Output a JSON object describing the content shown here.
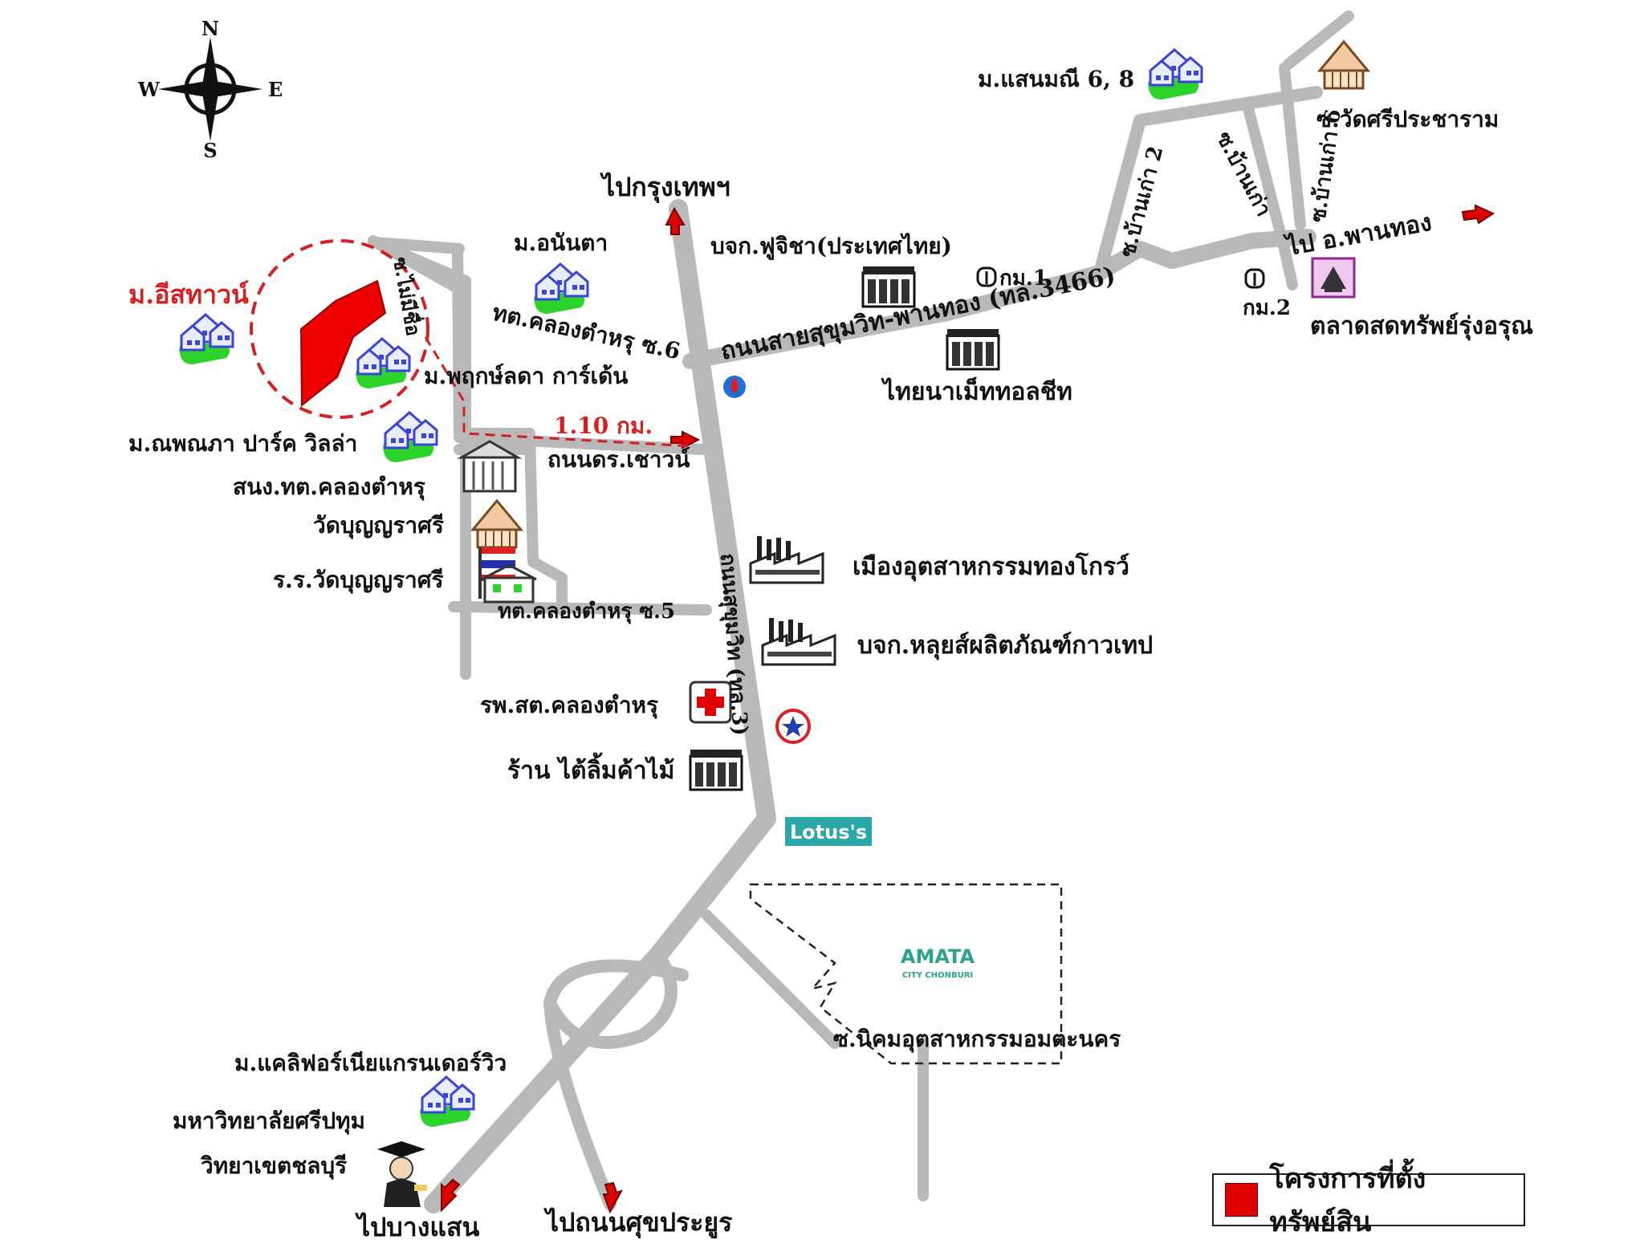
{
  "compass": {
    "n": "N",
    "s": "S",
    "e": "E",
    "w": "W"
  },
  "labels": {
    "to_bangkok": "ไปกรุงเทพฯ",
    "anunta": "ม.อนันตา",
    "fujisha": "บจก.ฟูจิชา(ประเทศไทย)",
    "km1": "กม.1",
    "km2": "กม.2",
    "sanmanee": "ม.แสนมณี 6, 8",
    "wat_sri": "ซ.วัดศรีประชาราม",
    "baan_kao2": "ซ.บ้านเก่า 2",
    "baan_kao": "ซ.บ้านเก่า",
    "baan_kao6": "ซ.บ้านเก่า 6",
    "to_phanthong": "ไป อ.พานทอง",
    "market": "ตลาดสดทรัพย์รุ่งอรุณ",
    "sukhumvit_phanthong": "ถนนสายสุขุมวิท-พานทอง (ทล.3466)",
    "thai_namet": "ไทยนาเม็ททอลชีท",
    "eastown": "ม.อีสทาวน์",
    "soi_mai": "ซ.ไม่มีชื่อ",
    "klong_6": "ทต.คลองตำหรุ ซ.6",
    "pruksa": "ม.พฤกษ์ลดา การ์เด้น",
    "nappha": "ม.ณพณภา ปาร์ค วิลล่า",
    "distance": "1.10 กม.",
    "chaowan": "ถนนดร.เชาวน์",
    "office": "สนง.ทต.คลองตำหรุ",
    "wat_boon": "วัดบุญญราศรี",
    "school": "ร.ร.วัดบุญญราศรี",
    "klong_5": "ทต.คลองตำหรุ ซ.5",
    "thonggrow": "เมืองอุตสาหกรรมทองโกรว์",
    "sukhumvit": "ถนนสุขุมวิท (ทล.3)",
    "lois": "บจก.หลุยส์ผลิตภัณฑ์กาวเทป",
    "clinic": "รพ.สต.คลองตำหรุ",
    "wood": "ร้าน ไต้ลิ้มค้าไม้",
    "lotus": "Lotus's",
    "amata1": "AMATA",
    "amata2": "CITY CHONBURI",
    "amata_estate": "ซ.นิคมอุตสาหกรรมอมตะนคร",
    "california": "ม.แคลิฟอร์เนียแกรนเดอร์วิว",
    "sripatum1": "มหาวิทยาลัยศรีปทุม",
    "sripatum2": "วิทยาเขตชลบุรี",
    "to_bangsaen": "ไปบางแสน",
    "to_nongmon": "ไปถนนศุขประยูร"
  },
  "legend": {
    "text": "โครงการที่ตั้งทรัพย์สิน",
    "color": "#e00000"
  },
  "colors": {
    "road": "#b9b9b9",
    "accent": "#d62020",
    "house_blue": "#3a44d8",
    "house_green": "#2bd32b",
    "lotus_bg": "#2aa7a7"
  },
  "icons": [
    "compass-icon",
    "house-icon",
    "factory-icon",
    "building-icon",
    "km-marker-icon",
    "temple-icon",
    "school-icon",
    "hospital-icon",
    "gas-station-icon",
    "arrow-icon",
    "graduate-icon",
    "shrine-icon"
  ]
}
